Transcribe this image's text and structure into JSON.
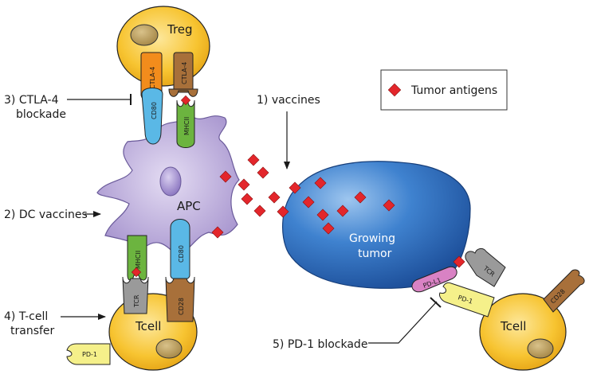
{
  "labels": {
    "ctla4_blockade_1": "3) CTLA-4",
    "ctla4_blockade_2": "blockade",
    "vaccines": "1) vaccines",
    "dc_vaccines": "2) DC vaccines",
    "tcell_transfer_1": "4) T-cell",
    "tcell_transfer_2": "transfer",
    "pd1_blockade": "5) PD-1 blockade"
  },
  "legend": {
    "text": "Tumor antigens"
  },
  "cells": {
    "treg": "Treg",
    "apc": "APC",
    "tumor_1": "Growing",
    "tumor_2": "tumor",
    "tcell_left": "Tcell",
    "tcell_right": "Tcell"
  },
  "receptors": {
    "ctla4": "CTLA-4",
    "cd80": "CD80",
    "mhcii": "MHCII",
    "cd28": "CD28",
    "tcr": "TCR",
    "pd1": "PD-1",
    "pdl1": "PD-L1"
  },
  "colors": {
    "cell_yellow": "#f7c431",
    "apc_purple": "#b2a3d4",
    "tumor_blue": "#3a7bc8",
    "antigen_red": "#e3262b",
    "ctla4_orange": "#f28c1c",
    "ctla4_brown": "#a8703a",
    "cd80_blue": "#5ab8e6",
    "mhcii_green": "#6cb43f",
    "cd28_brown": "#a8703a",
    "tcr_gray": "#9a9a9a",
    "pd1_yellow": "#f5f08a",
    "pdl1_pink": "#d982c4"
  }
}
